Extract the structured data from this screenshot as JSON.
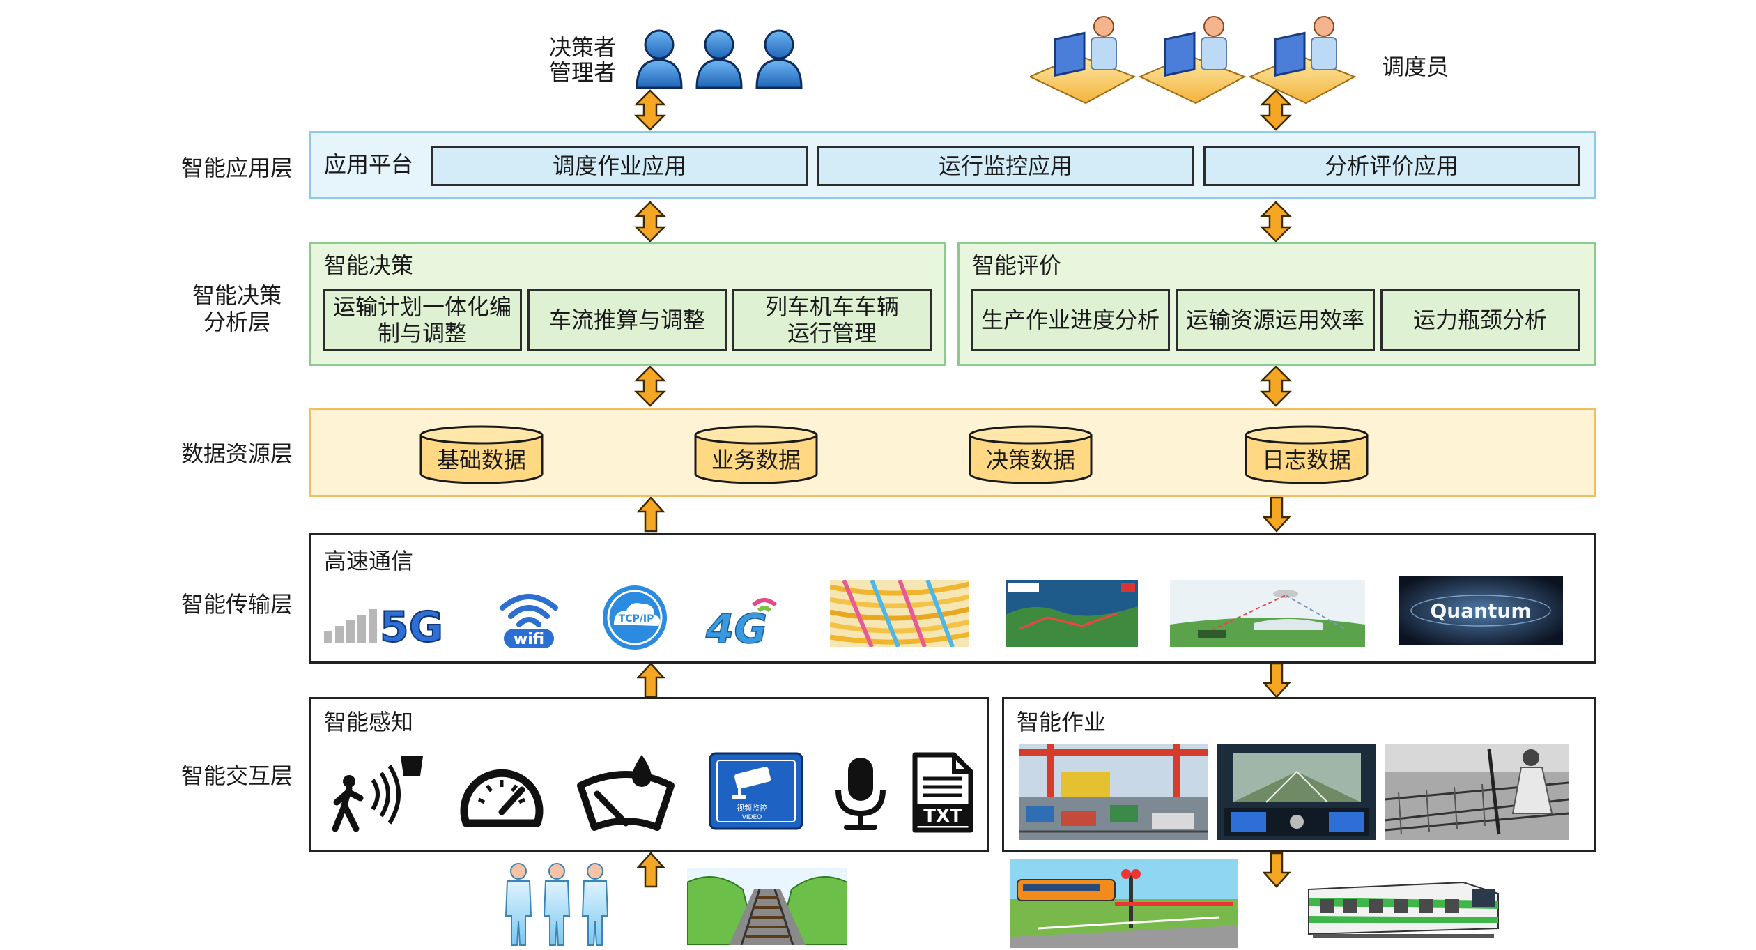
{
  "top": {
    "managers_label": [
      "决策者",
      "管理者"
    ],
    "dispatcher_label": "调度员"
  },
  "layers": {
    "app": "智能应用层",
    "decision": [
      "智能决策",
      "分析层"
    ],
    "data": "数据资源层",
    "transmission": "智能传输层",
    "interaction": "智能交互层"
  },
  "app_layer": {
    "platform": "应用平台",
    "apps": [
      "调度作业应用",
      "运行监控应用",
      "分析评价应用"
    ]
  },
  "decision_layer": {
    "left_title": "智能决策",
    "left_items": [
      [
        "运输计划一体化编",
        "制与调整"
      ],
      [
        "车流推算与调整"
      ],
      [
        "列车机车车辆",
        "运行管理"
      ]
    ],
    "right_title": "智能评价",
    "right_items": [
      "生产作业进度分析",
      "运输资源运用效率",
      "运力瓶颈分析"
    ]
  },
  "data_layer": {
    "items": [
      "基础数据",
      "业务数据",
      "决策数据",
      "日志数据"
    ]
  },
  "transmission_layer": {
    "title": "高速通信",
    "icons": [
      "5G",
      "wifi",
      "TCP/IP",
      "4G",
      "fiber-optic-image",
      "map-image",
      "satellite-link-image",
      "Quantum"
    ]
  },
  "interaction_layer": {
    "left_title": "智能感知",
    "right_title": "智能作业",
    "sensor_icons": [
      "motion-sensor-icon",
      "gauge-icon",
      "wiper-sensor-icon",
      "video-camera-sign",
      "microphone-icon",
      "TXT"
    ],
    "video_sign_text": "视频监控",
    "video_sign_sub": "VIDEO"
  },
  "colors": {
    "arrow_fill": "#f5a623",
    "arrow_stroke": "#3a2a00",
    "app_bg": "#e6f4fb",
    "decision_bg": "#e8f6de",
    "data_bg": "#fff3d6",
    "person_blue": "#2f7fd1"
  }
}
